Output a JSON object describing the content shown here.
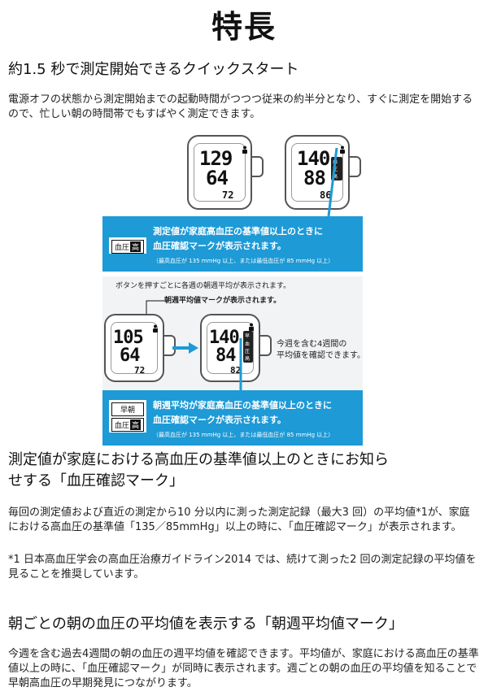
{
  "page_title": "特長",
  "section1": {
    "heading": "約1.5 秒で測定開始できるクイックスタート",
    "body": "電源オフの状態から測定開始までの起動時間がつつつ従来の約半分となり、すぐに測定を開始するので、忙しい朝の時間帯でもすばやく測定できます。"
  },
  "figure1": {
    "left_device": {
      "sys": "129",
      "dia": "64",
      "pulse": "72"
    },
    "right_device": {
      "sys": "140",
      "dia": "88",
      "pulse": "86",
      "badge": "血圧高"
    },
    "callout_line1": "測定値が家庭高血圧の基準値以上のときに",
    "callout_line2": "血圧確認マークが表示されます。",
    "callout_note": "（最高血圧が 135 mmHg 以上、または最低血圧が 85 mmHg 以上）",
    "mark_label_a": "血圧",
    "mark_label_b": "高"
  },
  "figure2": {
    "top_caption": "ボタンを押すごとに各週の朝週平均が表示されます。",
    "mark_caption": "朝週平均値マークが表示されます。",
    "left_device": {
      "sys": "105",
      "dia": "64",
      "pulse": "72"
    },
    "right_device": {
      "sys": "140",
      "dia": "84",
      "pulse": "82",
      "badge_top": "早朝",
      "badge_bottom": "血圧高"
    },
    "side_caption_line1": "今週を含む4週間の",
    "side_caption_line2": "平均値を確認できます。",
    "callout_line1": "朝週平均が家庭高血圧の基準値以上のときに",
    "callout_line2": "血圧確認マークが表示されます。",
    "callout_note": "（最高血圧が 135 mmHg 以上、または最低血圧が 85 mmHg 以上）",
    "mark_top": "早朝",
    "mark_label_a": "血圧",
    "mark_label_b": "高"
  },
  "section2": {
    "heading_line1": "測定値が家庭における高血圧の基準値以上のときにお知ら",
    "heading_line2": "せする「血圧確認マーク」",
    "body1": "毎回の測定値および直近の測定から10 分以内に測った測定記録（最大3 回）の平均値*1が、家庭における高血圧の基準値「135／85mmHg」以上の時に、「血圧確認マーク」が表示されます。",
    "body2": "*1 日本高血圧学会の高血圧治療ガイドライン2014 では、続けて測った2 回の測定記録の平均値を見ることを推奨しています。"
  },
  "section3": {
    "heading": "朝ごとの朝の血圧の平均値を表示する「朝週平均値マーク」",
    "body": "今週を含む過去4週間の朝の血圧の週平均値を確認できます。平均値が、家庭における高血圧の基準値以上の時に、「血圧確認マーク」が同時に表示されます。週ごとの朝の血圧の平均値を知ることで早朝高血圧の早期発見につながります。"
  }
}
